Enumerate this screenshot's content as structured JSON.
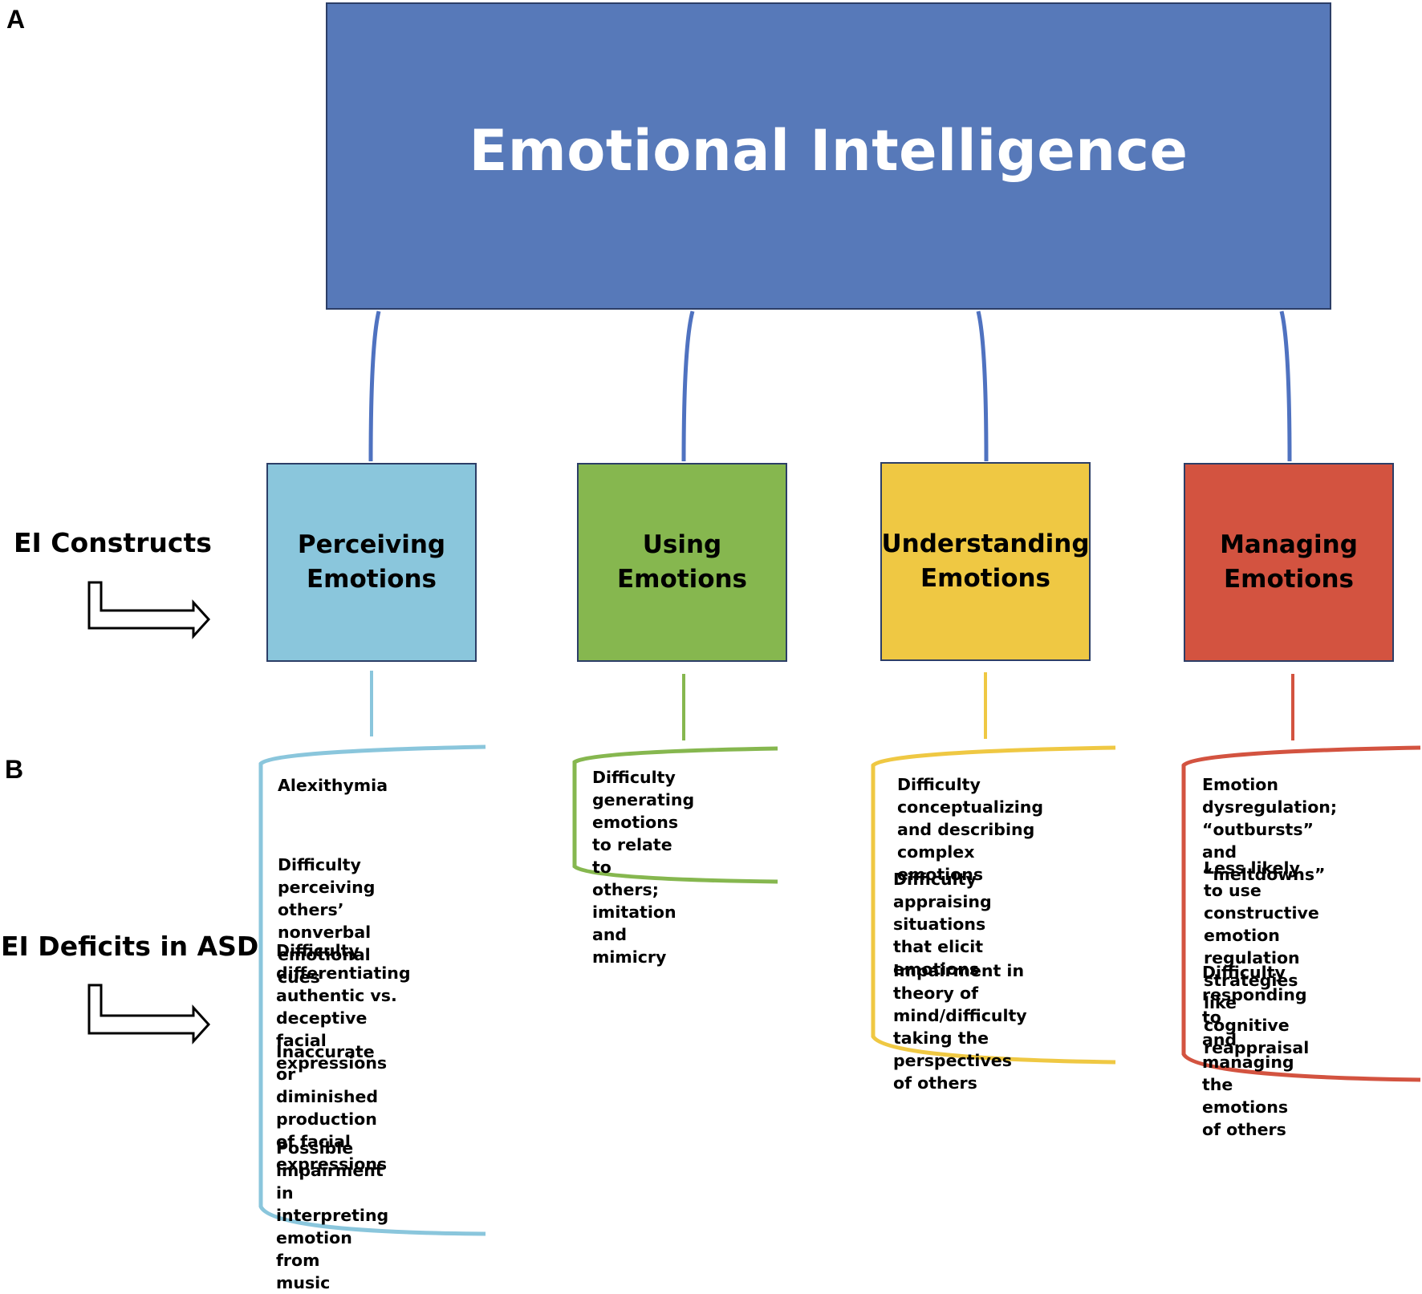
{
  "labels": {
    "panel_a": "A",
    "panel_b": "B",
    "constructs": "EI Constructs",
    "deficits": "EI Deficits in ASD"
  },
  "root": {
    "title": "Emotional Intelligence",
    "color": "#5779b9"
  },
  "colors": {
    "perceiving": "#8ac6dc",
    "using": "#86b74f",
    "understanding": "#efc843",
    "managing": "#d35340"
  },
  "constructs": [
    {
      "label": "Perceiving\nEmotions",
      "deficits": [
        "Alexithymia",
        "Difficulty perceiving others’\nnonverbal emotional cues",
        "Difficulty differentiating\nauthentic vs. deceptive\nfacial expressions",
        "Inaccurate or diminished\nproduction of facial\nexpressions",
        "Possible impairment in\ninterpreting emotion from\nmusic"
      ]
    },
    {
      "label": "Using\nEmotions",
      "deficits": [
        "Difficulty generating\nemotions to relate to\nothers; imitation and\nmimicry"
      ]
    },
    {
      "label": "Understanding\nEmotions",
      "deficits": [
        "Difficulty conceptualizing\nand describing complex\nemotions",
        "Difficulty appraising\nsituations that elicit\nemotions",
        "Impairment in theory of\nmind/difficulty taking the\nperspectives of others"
      ]
    },
    {
      "label": "Managing\nEmotions",
      "deficits": [
        "Emotion dysregulation;\n“outbursts” and\n“meltdowns”",
        "Less likely to use\nconstructive emotion\nregulation strategies like\ncognitive reappraisal",
        "Difficulty responding to\nand managing the\nemotions of others"
      ]
    }
  ]
}
